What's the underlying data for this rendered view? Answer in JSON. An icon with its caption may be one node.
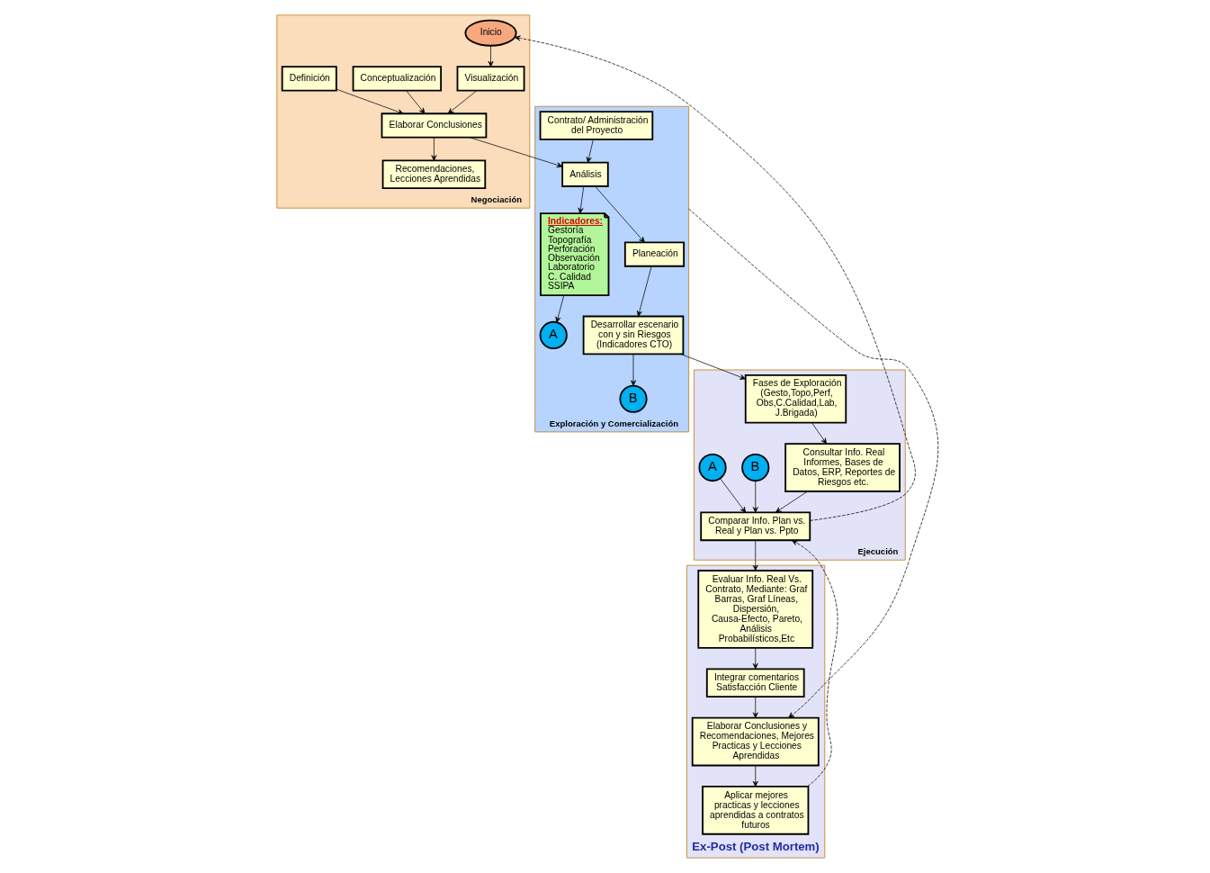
{
  "diagram": {
    "nodes": [
      {
        "text": [
          "Negociación"
        ]
      },
      {
        "text": [
          "Inicio"
        ],
        "in": 0
      },
      {
        "text": [
          "Visualización"
        ],
        "in": 0
      },
      {
        "text": [
          "Conceptualización"
        ],
        "in": 0
      },
      {
        "text": [
          "Definición"
        ],
        "in": 0
      },
      {
        "text": [
          "Elaborar Conclusiones"
        ],
        "in": 0
      },
      {
        "text": [
          "Recomendaciones, Lecciones Aprendidas"
        ],
        "in": 0
      },
      {
        "text": [
          "Exploración y Comercialización"
        ]
      },
      {
        "text": [
          "Contrato/ Administración del Proyecto"
        ],
        "in": 7
      },
      {
        "text": [
          "Análisis"
        ],
        "in": 7
      },
      {
        "text": [
          "Indicadores:",
          "Gestoría",
          "Topografía",
          "Perforación",
          "Observación",
          "Laboratorio",
          "C. Calidad",
          "SSIPA"
        ],
        "in": 7
      },
      {
        "text": [
          "A"
        ],
        "in": 7
      },
      {
        "text": [
          "Planeación"
        ],
        "in": 7
      },
      {
        "text": [
          "Desarrollar escenario con y sin Riesgos (Indicadores CTO)"
        ],
        "in": 7
      },
      {
        "text": [
          "B"
        ],
        "in": 7
      },
      {
        "text": [
          "Ejecución"
        ]
      },
      {
        "text": [
          "Fases de Exploración (Gesto,Topo,Perf, Obs,C.Calidad,Lab, J.Brigada)"
        ],
        "in": 15
      },
      {
        "text": [
          "Consultar Info. Real Informes, Bases de Datos, ERP, Reportes de Riesgos etc."
        ],
        "in": 15
      },
      {
        "text": [
          "B"
        ],
        "in": 15
      },
      {
        "text": [
          "A"
        ],
        "in": 15
      },
      {
        "text": [
          "Comparar Info. Plan vs. Real y Plan vs. Ppto"
        ],
        "in": 15
      },
      {
        "text": [
          "Ex-Post (Post Mortem)"
        ]
      },
      {
        "text": [
          "Evaluar Info. Real Vs. Contrato, Mediante: Graf Barras, Graf Líneas, Dispersión, Causa-Efecto, Pareto, Análisis Probabilísticos,Etc"
        ],
        "in": 21
      },
      {
        "text": [
          "Integrar comentarios Satisfacción Cliente"
        ],
        "in": 21
      },
      {
        "text": [
          "Elaborar Conclusiones y Recomendaciones, Mejores Practicas y Lecciones Aprendidas"
        ],
        "in": 21
      },
      {
        "text": [
          "Aplicar mejores practicas y lecciones aprendidas a contratos futuros"
        ],
        "in": 21
      }
    ],
    "edges": [
      {
        "from": 1,
        "to": 2,
        "arrow": "to"
      },
      {
        "from": 2,
        "to": 5,
        "arrow": "to"
      },
      {
        "from": 3,
        "to": 5,
        "arrow": "to"
      },
      {
        "from": 4,
        "to": 5,
        "arrow": "to"
      },
      {
        "from": 5,
        "to": 9,
        "arrow": "to"
      },
      {
        "from": 5,
        "to": 6,
        "arrow": "to"
      },
      {
        "from": 8,
        "to": 9,
        "arrow": "to"
      },
      {
        "from": 9,
        "to": 12,
        "arrow": "to"
      },
      {
        "from": 9,
        "to": 10,
        "arrow": "to"
      },
      {
        "from": 10,
        "to": 11,
        "arrow": "to"
      },
      {
        "from": 12,
        "to": 13,
        "arrow": "to"
      },
      {
        "from": 13,
        "to": 14,
        "arrow": "to"
      },
      {
        "from": 13,
        "to": 16,
        "arrow": "to"
      },
      {
        "from": 16,
        "to": 17,
        "arrow": "to"
      },
      {
        "from": 17,
        "to": 20,
        "arrow": "to"
      },
      {
        "from": 18,
        "to": 20,
        "arrow": "to"
      },
      {
        "from": 19,
        "to": 20,
        "arrow": "to"
      },
      {
        "from": 20,
        "to": 22,
        "arrow": "to"
      },
      {
        "from": 22,
        "to": 23,
        "arrow": "to"
      },
      {
        "from": 23,
        "to": 24,
        "arrow": "to"
      },
      {
        "from": 24,
        "to": 25,
        "arrow": "to"
      },
      {
        "from": 25,
        "to": 20,
        "arrow": "to",
        "style": "dashed"
      },
      {
        "from": 20,
        "to": 1,
        "arrow": "to",
        "style": "dashed"
      },
      {
        "from": 7,
        "to": 24,
        "arrow": "to",
        "style": "dashed"
      }
    ]
  }
}
